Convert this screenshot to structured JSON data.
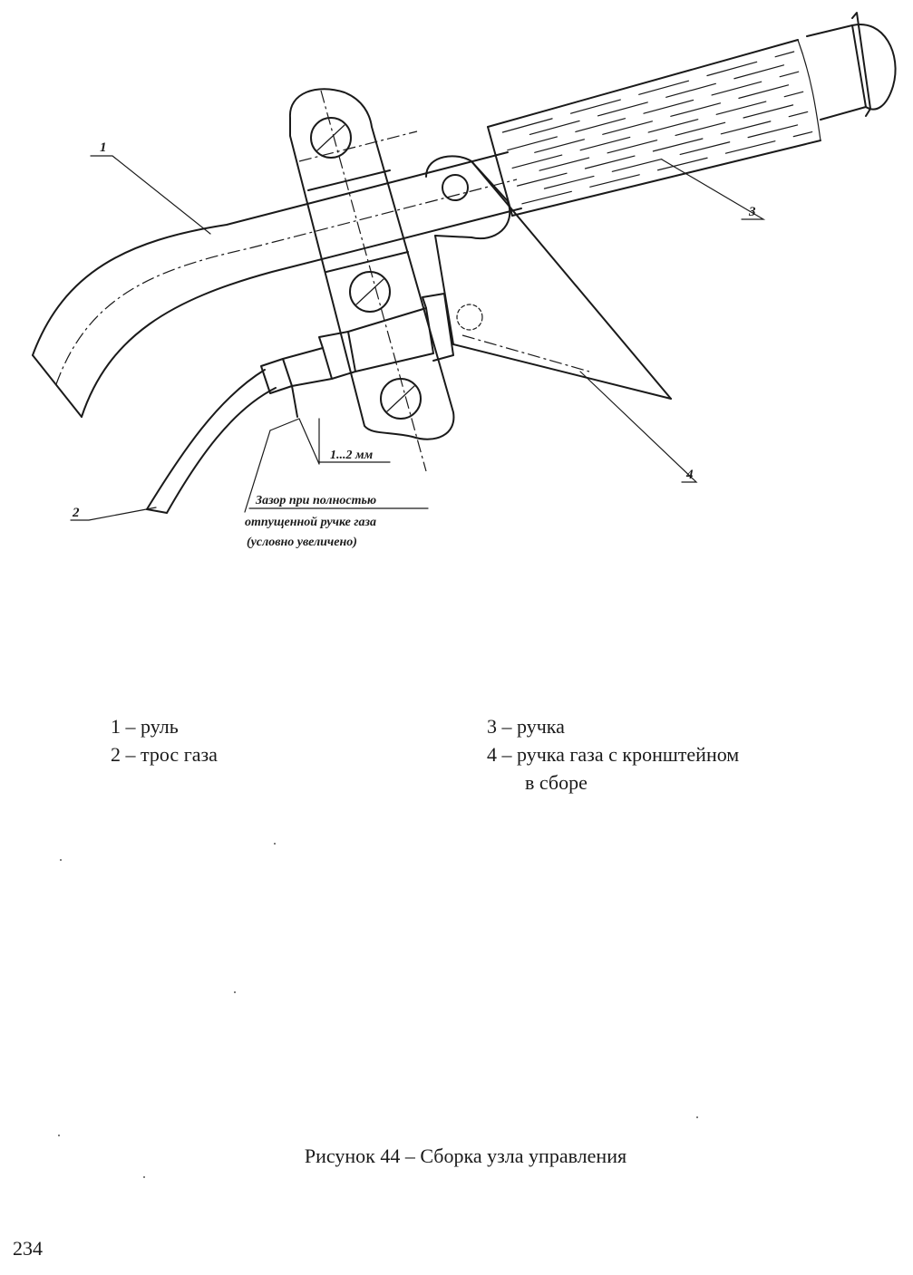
{
  "figure": {
    "callouts": {
      "c1": "1",
      "c2": "2",
      "c3": "3",
      "c4": "4"
    },
    "dimension_label": "1...2 мм",
    "gap_note": {
      "line1": "Зазор при полностью",
      "line2": "отпущенной ручке газа",
      "line3": "(условно увеличено)"
    }
  },
  "legend": {
    "left": [
      "1 – руль",
      "2 – трос газа"
    ],
    "right": [
      "3 – ручка",
      "4 – ручка газа с кронштейном",
      "в сборе"
    ]
  },
  "caption": "Рисунок 44 – Сборка узла управления",
  "page_number": "234"
}
